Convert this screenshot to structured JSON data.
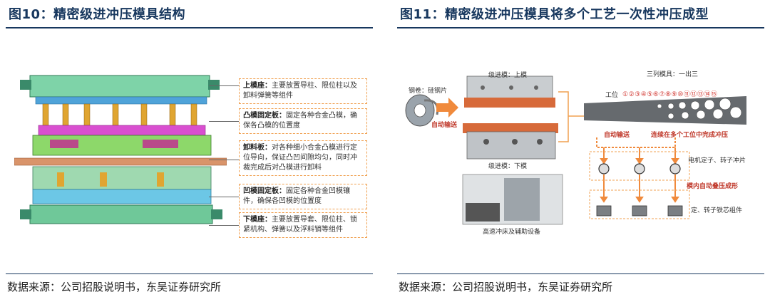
{
  "left": {
    "title": "图10：精密级进冲压模具结构",
    "callouts": [
      {
        "term": "上模座：",
        "desc": "主要放置导柱、限位柱以及卸料弹簧等组件"
      },
      {
        "term": "凸模固定板：",
        "desc": "固定各种合金凸模，确保各凸模的位置度"
      },
      {
        "term": "卸料板：",
        "desc": "对各种细小合金凸模进行定位导向，保证凸凹间隙均匀，同时冲裁完成后对凸模进行卸料"
      },
      {
        "term": "凹模固定板：",
        "desc": "固定各种合金凹模镶件，确保各凹模的位置度"
      },
      {
        "term": "下模座：",
        "desc": "主要放置导套、限位柱、锁紧机构、弹簧以及浮料销等组件"
      }
    ],
    "source": "数据来源：公司招股说明书，东吴证券研究所"
  },
  "right": {
    "title": "图11：精密级进冲压模具将多个工艺一次性冲压成型",
    "labels": {
      "coil": "钢卷：硅钢片",
      "auto_feed_1": "自动输送",
      "upper_die": "级进模：上模",
      "lower_die": "级进模：下模",
      "press": "高速冲床及辅助设备",
      "three_row": "三列模具：一出三",
      "station": "工位",
      "auto_feed_2": "自动输送",
      "continuous": "连续在多个工位中完成冲压",
      "lamination": "电机定子、转子冲片",
      "in_die_stack": "模内自动叠压成形",
      "core": "定、转子铁芯组件"
    },
    "station_numbers": [
      "①",
      "②",
      "③",
      "④",
      "⑤",
      "⑥",
      "⑦",
      "⑧",
      "⑨",
      "⑩",
      "⑪",
      "⑫",
      "⑬",
      "⑭",
      "⑮"
    ],
    "source": "数据来源：公司招股说明书，东吴证券研究所"
  },
  "colors": {
    "title": "#17375e",
    "accent": "#f08a3c",
    "red": "#c0392b",
    "callout_border": "#f0a050"
  }
}
